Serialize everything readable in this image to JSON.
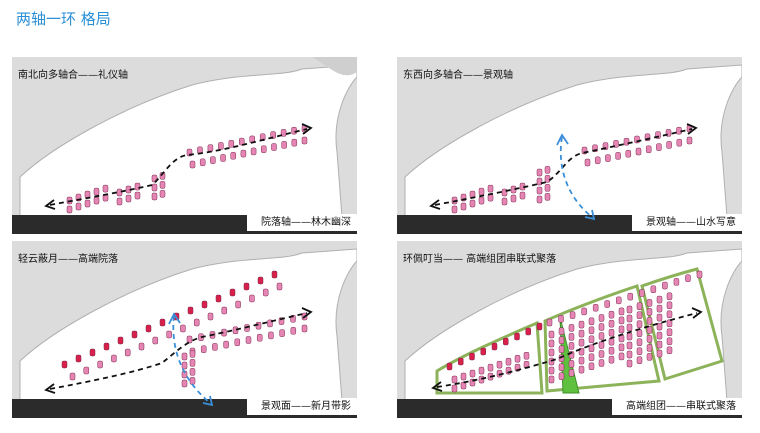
{
  "title": "两轴一环 格局",
  "panels": [
    {
      "label": "南北向多轴合——礼仪轴",
      "caption": "院落轴——林木幽深"
    },
    {
      "label": "东西向多轴合——景观轴",
      "caption": "景观轴——山水写意"
    },
    {
      "label": "轻云蔽月——高端院落",
      "caption": "景观面——新月带影"
    },
    {
      "label": "环佩叮当—— 高端组团串联式聚落",
      "caption": "高端组团——串联式聚落"
    }
  ],
  "colors": {
    "title": "#2a8fd6",
    "villa": "#e585b4",
    "villa_red": "#d8204a",
    "axis_black": "#111111",
    "axis_blue": "#3b8fd9",
    "ring_green": "#8db35a",
    "wedge_green": "#5fbf3f",
    "water": "#dcdcdc"
  }
}
